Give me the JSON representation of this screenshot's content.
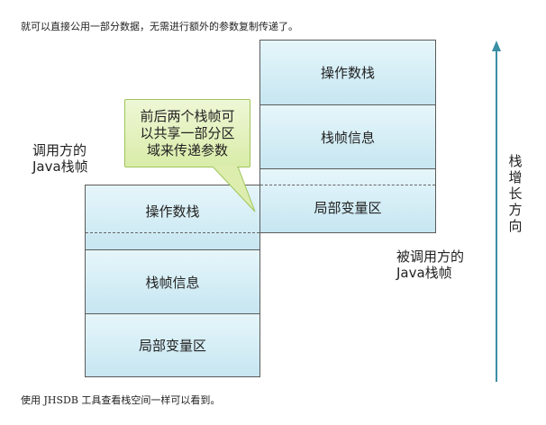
{
  "text": {
    "top_paragraph": "就可以直接公用一部分数据，无需进行额外的参数复制传递了。",
    "bottom_paragraph": "使用 JHSDB 工具查看栈空间一样可以看到。"
  },
  "diagram": {
    "caller_frame": {
      "label_line1": "调用方的",
      "label_line2": "Java栈帧",
      "cells": [
        "操作数栈",
        "栈帧信息",
        "局部变量区"
      ]
    },
    "callee_frame": {
      "label_line1": "被调用方的",
      "label_line2": "Java栈帧",
      "cells": [
        "操作数栈",
        "栈帧信息",
        "局部变量区"
      ]
    },
    "callout": {
      "line1": "前后两个栈帧可",
      "line2": "以共享一部分区",
      "line3": "域来传递参数"
    },
    "growth_arrow": {
      "label": "栈增长方向",
      "color": "#3a8fa5"
    },
    "colors": {
      "cell_fill_top": "#e6f6fb",
      "cell_fill_bottom": "#c6e6f1",
      "callout_fill": "#e3f1bf",
      "callout_border": "#9fc45a"
    }
  }
}
